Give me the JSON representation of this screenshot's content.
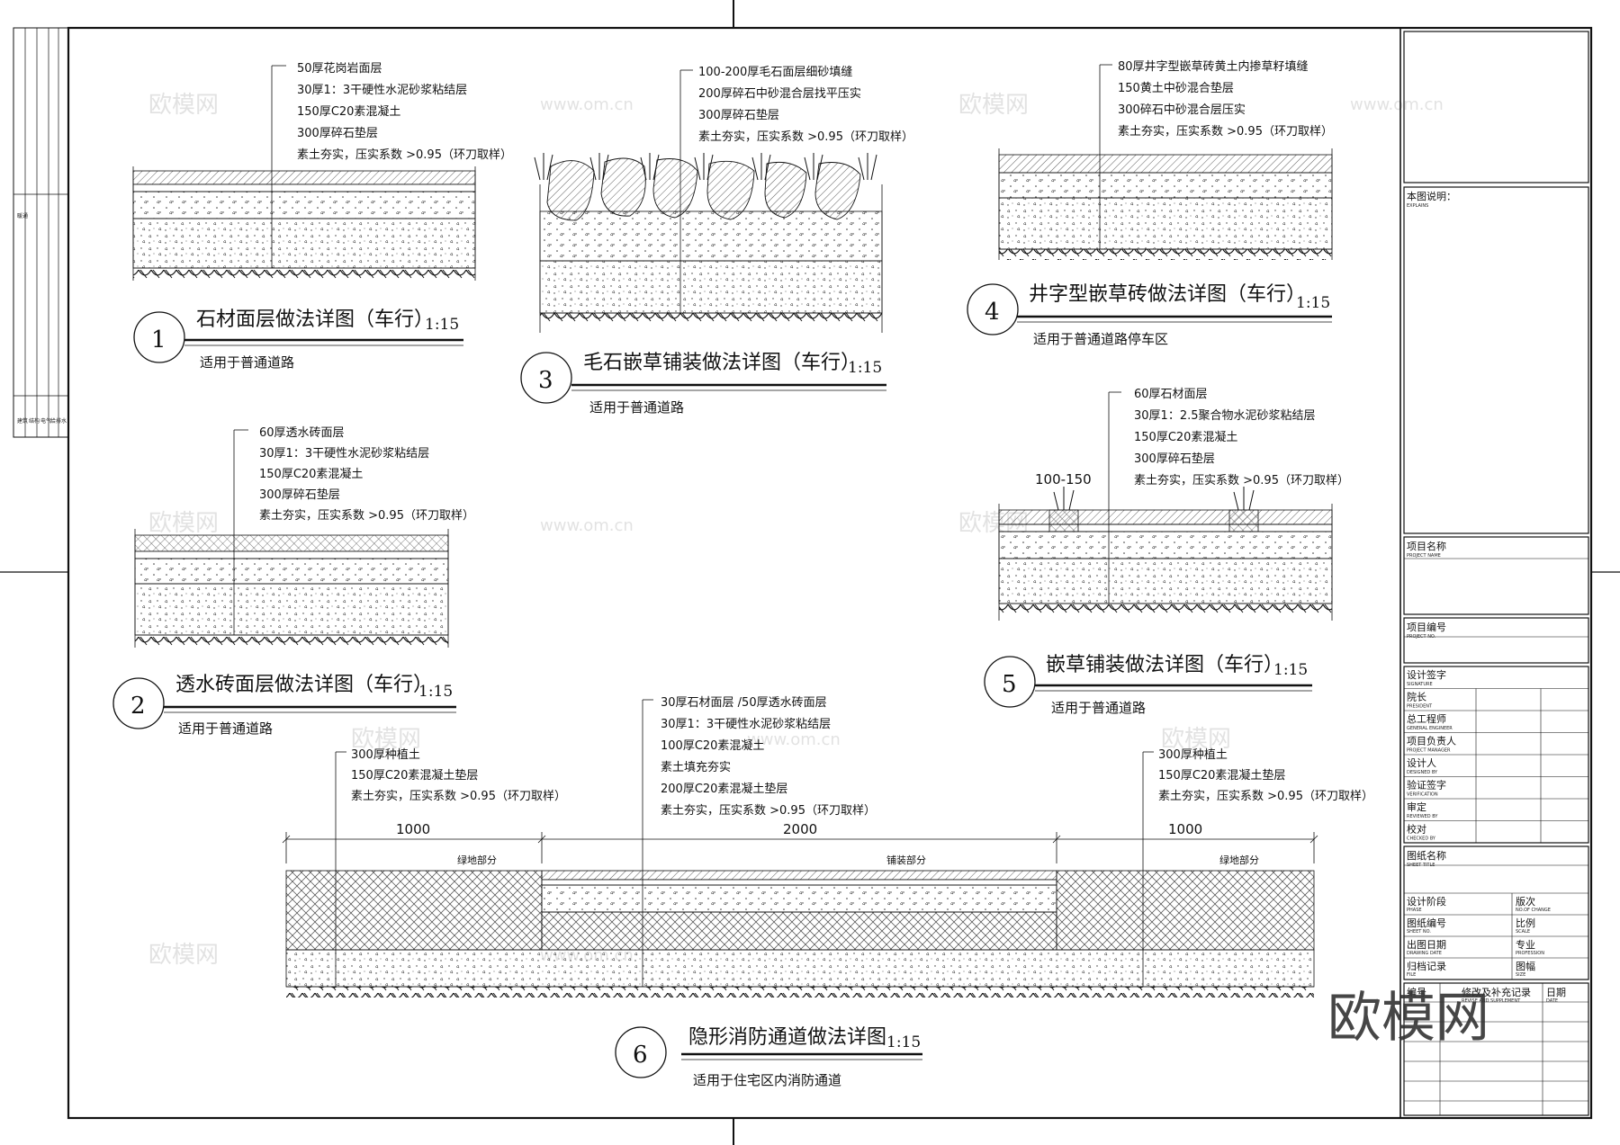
{
  "sheet": {
    "brand_watermark": "欧模网",
    "watermark_text": "欧模网",
    "watermark_url": "www.om.cn",
    "left_strip_labels": [
      "建筑",
      "结构",
      "给排水",
      "电气",
      "暖通"
    ]
  },
  "details": [
    {
      "id": "d1",
      "number": "1",
      "title": "石材面层做法详图（车行）",
      "scale": "1:15",
      "subtitle": "适用于普通道路",
      "layers": [
        "50厚花岗岩面层",
        "30厚1：3干硬性水泥砂浆粘结层",
        "150厚C20素混凝土",
        "300厚碎石垫层",
        "素土夯实，压实系数 >0.95（环刀取样）"
      ]
    },
    {
      "id": "d2",
      "number": "2",
      "title": "透水砖面层做法详图（车行）",
      "scale": "1:15",
      "subtitle": "适用于普通道路",
      "layers": [
        "60厚透水砖面层",
        "30厚1：3干硬性水泥砂浆粘结层",
        "150厚C20素混凝土",
        "300厚碎石垫层",
        "素土夯实，压实系数 >0.95（环刀取样）"
      ]
    },
    {
      "id": "d3",
      "number": "3",
      "title": "毛石嵌草铺装做法详图（车行）",
      "scale": "1:15",
      "subtitle": "适用于普通道路",
      "layers": [
        "100-200厚毛石面层细砂填缝",
        "200厚碎石中砂混合层找平压实",
        "300厚碎石垫层",
        "素土夯实，压实系数 >0.95（环刀取样）"
      ]
    },
    {
      "id": "d4",
      "number": "4",
      "title": "井字型嵌草砖做法详图（车行）",
      "scale": "1:15",
      "subtitle": "适用于普通道路停车区",
      "layers": [
        "80厚井字型嵌草砖黄土内掺草籽填缝",
        "150黄土中砂混合垫层",
        "300碎石中砂混合层压实",
        "素土夯实，压实系数 >0.95（环刀取样）"
      ]
    },
    {
      "id": "d5",
      "number": "5",
      "title": "嵌草铺装做法详图（车行）",
      "scale": "1:15",
      "subtitle": "适用于普通道路",
      "dim": "100-150",
      "layers": [
        "60厚石材面层",
        "30厚1：2.5聚合物水泥砂浆粘结层",
        "150厚C20素混凝土",
        "300厚碎石垫层",
        "素土夯实，压实系数 >0.95（环刀取样）"
      ]
    },
    {
      "id": "d6",
      "number": "6",
      "title": "隐形消防通道做法详图",
      "scale": "1:15",
      "subtitle": "适用于住宅区内消防通道",
      "dims": [
        "1000",
        "2000",
        "1000"
      ],
      "zones": [
        "绿地部分",
        "铺装部分",
        "绿地部分"
      ],
      "layers_left": [
        "300厚种植土",
        "150厚C20素混凝土垫层",
        "素土夯实，压实系数 >0.95（环刀取样）"
      ],
      "layers_mid": [
        "30厚石材面层 /50厚透水砖面层",
        "30厚1：3干硬性水泥砂浆粘结层",
        "100厚C20素混凝土",
        "素土填充夯实",
        "200厚C20素混凝土垫层",
        "素土夯实，压实系数 >0.95（环刀取样）"
      ],
      "layers_right": [
        "300厚种植土",
        "150厚C20素混凝土垫层",
        "素土夯实，压实系数 >0.95（环刀取样）"
      ]
    }
  ],
  "title_block": {
    "explain": {
      "cn": "本图说明：",
      "en": "EXPLAINS"
    },
    "project_name": {
      "cn": "项目名称",
      "en": "PROJECT NAME"
    },
    "project_no": {
      "cn": "项目编号",
      "en": "PROJECT NO."
    },
    "sign_rows": [
      {
        "cn": "设计签字",
        "en": "SIGNATURE"
      },
      {
        "cn": "院长",
        "en": "PRESIDENT"
      },
      {
        "cn": "总工程师",
        "en": "GENERAL ENGINEER"
      },
      {
        "cn": "项目负责人",
        "en": "PROJECT MANAGER"
      },
      {
        "cn": "设计人",
        "en": "DESIGNED BY"
      },
      {
        "cn": "验证签字",
        "en": "VERIFICATION"
      },
      {
        "cn": "审定",
        "en": "REVIEWED BY"
      },
      {
        "cn": "校对",
        "en": "CHECKED BY"
      }
    ],
    "sheet_title": {
      "cn": "图纸名称",
      "en": "SHEET TITLE"
    },
    "info_rows": [
      {
        "cn": "设计阶段",
        "en": "PHASE",
        "cn2": "版次",
        "en2": "NO.OF CHANGE"
      },
      {
        "cn": "图纸编号",
        "en": "SHEET NO.",
        "cn2": "比例",
        "en2": "SCALE"
      },
      {
        "cn": "出图日期",
        "en": "DRAWING DATE",
        "cn2": "专业",
        "en2": "PROFESSION"
      },
      {
        "cn": "归档记录",
        "en": "FILE",
        "cn2": "图幅",
        "en2": "SIZE"
      }
    ],
    "revision": {
      "cn": "修改及补充记录",
      "en": "REVISE AND SUPPLEMENT",
      "cn_left": "编号",
      "date_cn": "日期",
      "date_en": "DATE"
    }
  }
}
